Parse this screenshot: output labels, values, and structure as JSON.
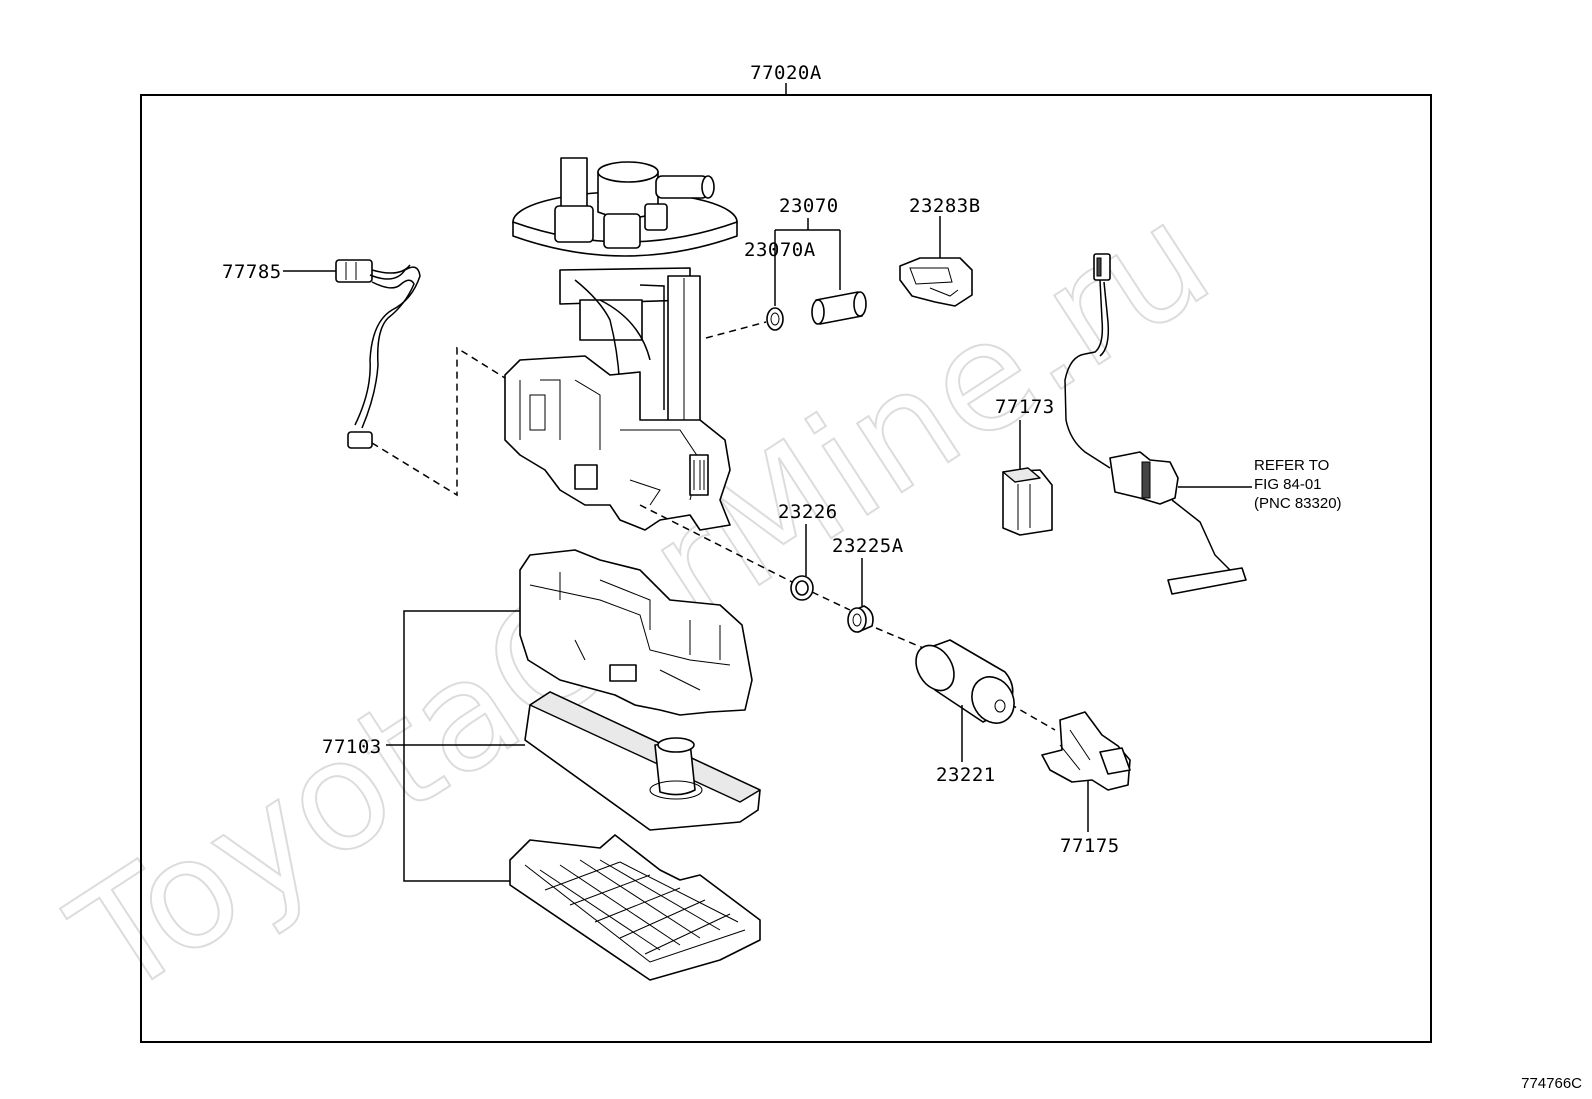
{
  "diagram": {
    "assembly_label": "77020A",
    "figure_code": "774766C",
    "watermark": "ToyotaCarMine.ru",
    "note_lines": [
      "REFER TO",
      "FIG 84-01",
      "(PNC 83320)"
    ],
    "labels": {
      "p77785": "77785",
      "p23070": "23070",
      "p23070A": "23070A",
      "p23283B": "23283B",
      "p77173": "77173",
      "p23226": "23226",
      "p23225A": "23225A",
      "p77103": "77103",
      "p23221": "23221",
      "p77175": "77175"
    }
  }
}
